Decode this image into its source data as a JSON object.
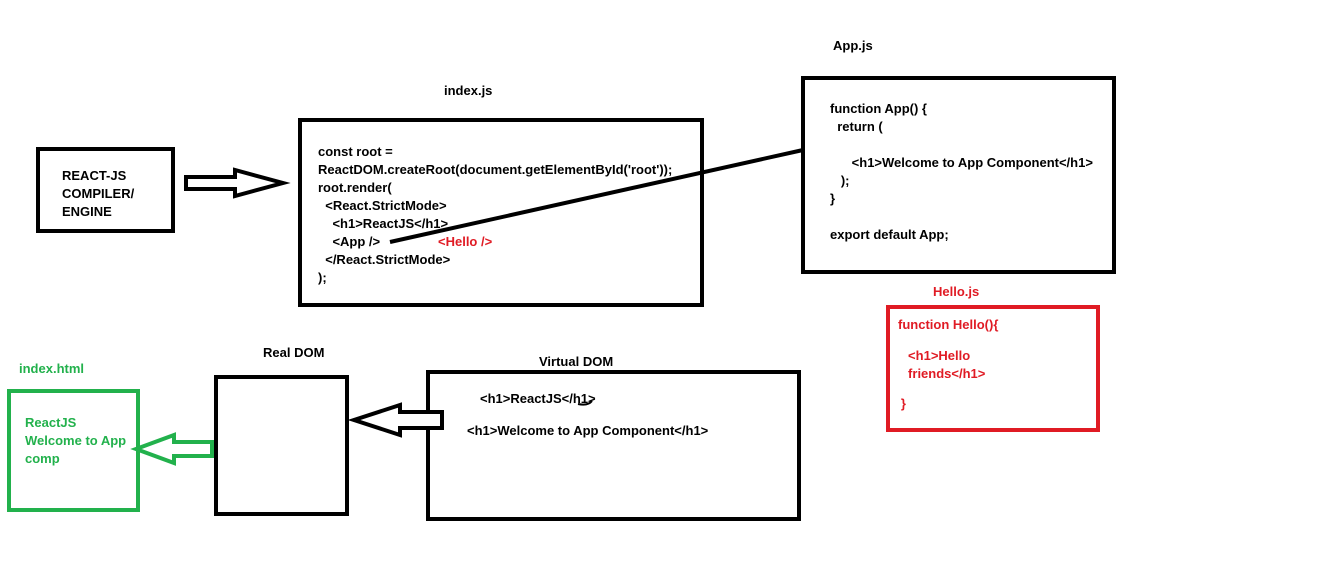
{
  "colors": {
    "black": "#000000",
    "red": "#e01b24",
    "green": "#22b14c"
  },
  "compiler": {
    "lines": [
      "REACT-JS",
      "COMPILER/",
      "ENGINE"
    ]
  },
  "index_js": {
    "title": "index.js",
    "lines": [
      "const root =",
      "ReactDOM.createRoot(document.getElementById('root'));",
      "root.render(",
      "  <React.StrictMode>",
      "    <h1>ReactJS</h1>",
      "    <App />",
      "  </React.StrictMode>",
      ");"
    ],
    "hello_tag": "<Hello />"
  },
  "app_js": {
    "title": "App.js",
    "lines": [
      "function App() {",
      "  return (",
      "",
      "      <h1>Welcome to App Component</h1>",
      "   );",
      "}",
      "",
      "export default App;"
    ]
  },
  "hello_js": {
    "title": "Hello.js",
    "lines": [
      "function Hello(){",
      "",
      "     <h1>Hello",
      "     friends</h1>",
      "",
      "   }"
    ]
  },
  "index_html": {
    "title": "index.html",
    "lines": [
      "ReactJS",
      "Welcome to App",
      "comp"
    ]
  },
  "real_dom": {
    "title": "Real DOM"
  },
  "virtual_dom": {
    "title": "Virtual DOM",
    "line1": "<h1>ReactJS</h1>",
    "line2": "<h1>Welcome to App Component</h1>"
  }
}
